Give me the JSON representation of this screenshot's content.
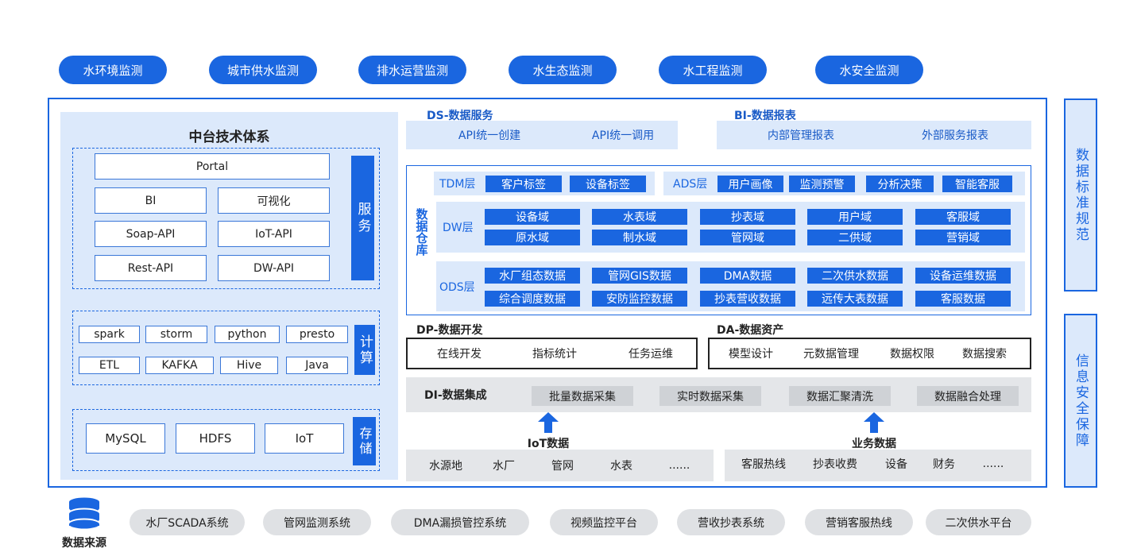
{
  "top_scenarios": [
    "水环境监测",
    "城市供水监测",
    "排水运营监测",
    "水生态监测",
    "水工程监测",
    "水安全监测"
  ],
  "middle_platform": {
    "title": "中台技术体系",
    "services": {
      "portal": "Portal",
      "bi": "BI",
      "vis": "可视化",
      "soap": "Soap-API",
      "iot": "IoT-API",
      "rest": "Rest-API",
      "dw": "DW-API",
      "label": "服务"
    },
    "compute": {
      "items": [
        "spark",
        "storm",
        "python",
        "presto",
        "ETL",
        "KAFKA",
        "Hive",
        "Java"
      ],
      "label": "计算"
    },
    "storage": {
      "items": [
        "MySQL",
        "HDFS",
        "IoT"
      ],
      "label": "存储"
    }
  },
  "ds": {
    "title": "DS-数据服务",
    "items": [
      "API统一创建",
      "API统一调用"
    ]
  },
  "bi": {
    "title": "BI-数据报表",
    "items": [
      "内部管理报表",
      "外部服务报表"
    ]
  },
  "warehouse": {
    "label": "数据仓库",
    "tdm": {
      "name": "TDM层",
      "items": [
        "客户标签",
        "设备标签"
      ]
    },
    "ads": {
      "name": "ADS层",
      "items": [
        "用户画像",
        "监测预警",
        "分析决策",
        "智能客服"
      ]
    },
    "dw": {
      "name": "DW层",
      "row1": [
        "设备域",
        "水表域",
        "抄表域",
        "用户域",
        "客服域"
      ],
      "row2": [
        "原水域",
        "制水域",
        "管网域",
        "二供域",
        "营销域"
      ]
    },
    "ods": {
      "name": "ODS层",
      "row1": [
        "水厂组态数据",
        "管网GIS数据",
        "DMA数据",
        "二次供水数据",
        "设备运维数据"
      ],
      "row2": [
        "综合调度数据",
        "安防监控数据",
        "抄表营收数据",
        "远传大表数据",
        "客服数据"
      ]
    }
  },
  "dp": {
    "title": "DP-数据开发",
    "items": [
      "在线开发",
      "指标统计",
      "任务运维"
    ]
  },
  "da": {
    "title": "DA-数据资产",
    "items": [
      "模型设计",
      "元数据管理",
      "数据权限",
      "数据搜索"
    ]
  },
  "di": {
    "title": "DI-数据集成",
    "items": [
      "批量数据采集",
      "实时数据采集",
      "数据汇聚清洗",
      "数据融合处理"
    ]
  },
  "iot_data": {
    "label": "IoT数据",
    "items": [
      "水源地",
      "水厂",
      "管网",
      "水表",
      "......"
    ]
  },
  "biz_data": {
    "label": "业务数据",
    "items": [
      "客服热线",
      "抄表收费",
      "设备",
      "财务",
      "......"
    ]
  },
  "side": {
    "standards": "数据标准规范",
    "security": "信息安全保障"
  },
  "data_source": {
    "label": "数据来源",
    "systems": [
      "水厂SCADA系统",
      "管网监测系统",
      "DMA漏损管控系统",
      "视频监控平台",
      "营收抄表系统",
      "营销客服热线",
      "二次供水平台"
    ]
  },
  "colors": {
    "primary": "#1a66e0",
    "panel": "#dce9fb",
    "gray": "#cfd2d6"
  }
}
